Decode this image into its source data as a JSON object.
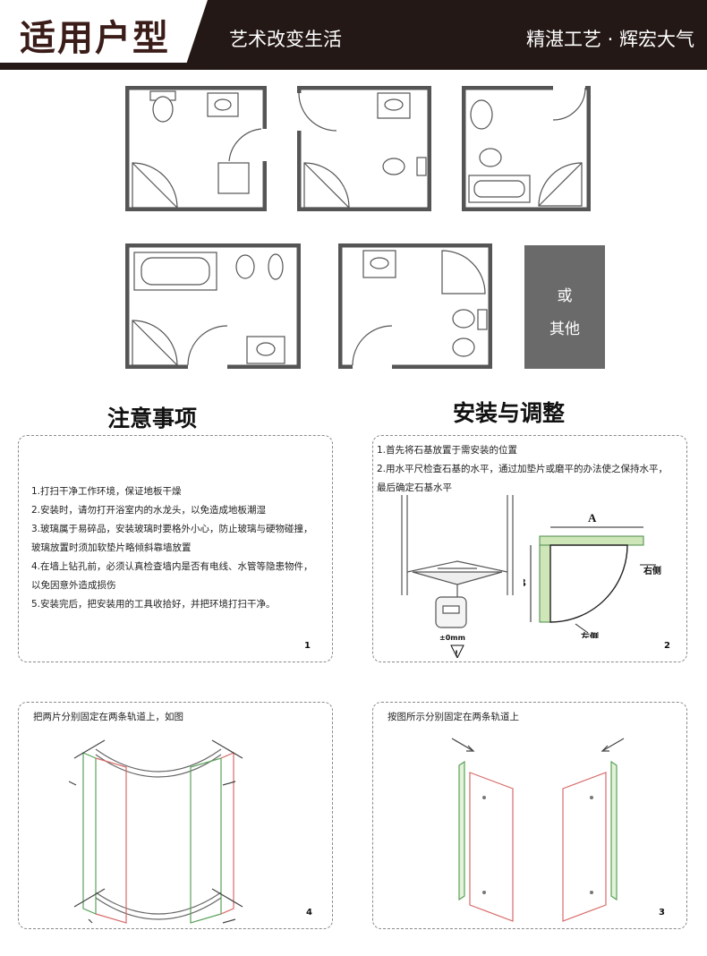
{
  "header": {
    "title": "适用户型",
    "slogan": "艺术改变生活",
    "motto": "精湛工艺 · 辉宏大气",
    "colors": {
      "bar": "#231815",
      "title": "#3a1c18"
    }
  },
  "floor_plans": {
    "other_box": {
      "line1": "或",
      "line2": "其他"
    }
  },
  "notes": {
    "title": "注意事项",
    "panel_number": "1",
    "items": [
      "1.打扫干净工作环境，保证地板干燥",
      "2.安装时，请勿打开浴室内的水龙头，以免造成地板潮湿",
      "3.玻璃属于易碎品，安装玻璃时要格外小心，防止玻璃与硬物碰撞，",
      "玻璃放置时须加软垫片略倾斜靠墙放置",
      "4.在墙上钻孔前，必须认真检查墙内是否有电线、水管等隐患物件，",
      "以免因意外造成损伤",
      "5.安装完后，把安装用的工具收拾好，并把环境打扫干净。"
    ]
  },
  "install": {
    "title": "安装与调整",
    "panel_number": "2",
    "items": [
      "1.首先将石基放置于需安装的位置",
      "2.用水平尺检查石基的水平，通过加垫片或磨平的办法使之保持水平，",
      "最后确定石基水平"
    ],
    "diagram_labels": {
      "a": "A",
      "b": "B",
      "right": "右侧",
      "left": "左侧",
      "level": "±0mm",
      "warning": "!"
    }
  },
  "step4": {
    "text": "把两片分别固定在两条轨道上，如图",
    "panel_number": "4"
  },
  "step3": {
    "text": "按图所示分别固定在两条轨道上",
    "panel_number": "3"
  }
}
